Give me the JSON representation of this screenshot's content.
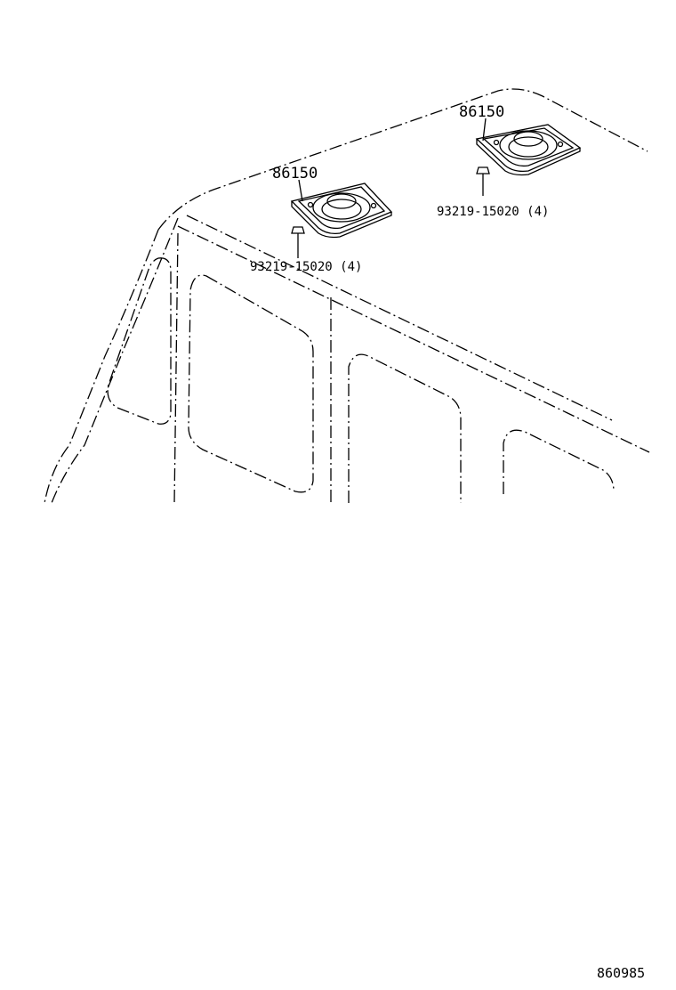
{
  "diagram": {
    "callouts": {
      "speaker_left_part": "86150",
      "speaker_right_part": "86150",
      "screw_left_part": "93219-15020 (4)",
      "screw_right_part": "93219-15020 (4)"
    },
    "illustration_code": "860985"
  }
}
